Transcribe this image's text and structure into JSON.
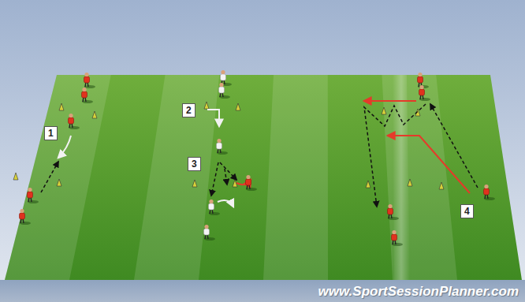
{
  "diagram": {
    "labels": [
      "1",
      "2",
      "3",
      "4",
      "www.SportSessionPlanner.com"
    ]
  }
}
